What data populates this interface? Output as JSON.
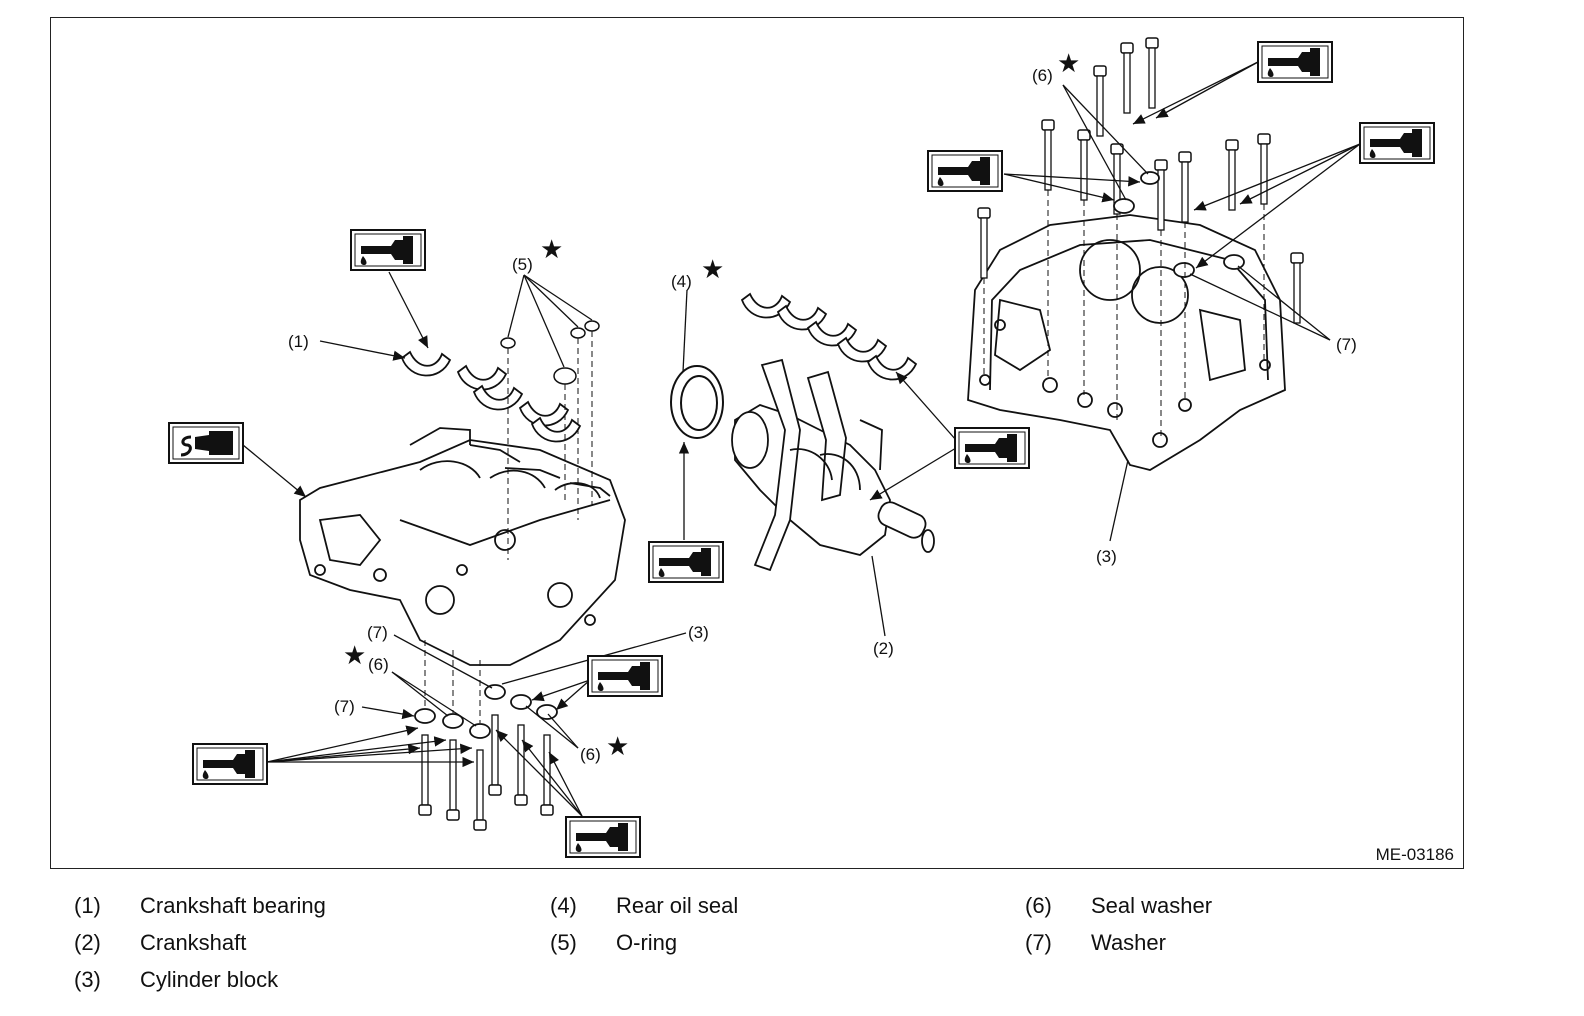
{
  "figure_id": "ME-03186",
  "callouts": {
    "c1": "(1)",
    "c2": "(2)",
    "c3": "(3)",
    "c4": "(4)",
    "c5": "(5)",
    "c6": "(6)",
    "c7": "(7)"
  },
  "star_symbol": "★",
  "legend": [
    {
      "num": "(1)",
      "label": "Crankshaft bearing"
    },
    {
      "num": "(2)",
      "label": "Crankshaft"
    },
    {
      "num": "(3)",
      "label": "Cylinder block"
    },
    {
      "num": "(4)",
      "label": "Rear oil seal"
    },
    {
      "num": "(5)",
      "label": "O-ring"
    },
    {
      "num": "(6)",
      "label": "Seal washer"
    },
    {
      "num": "(7)",
      "label": "Washer"
    }
  ],
  "icons": {
    "oil": "oil-can-icon",
    "sealant": "sealant-tube-icon"
  }
}
